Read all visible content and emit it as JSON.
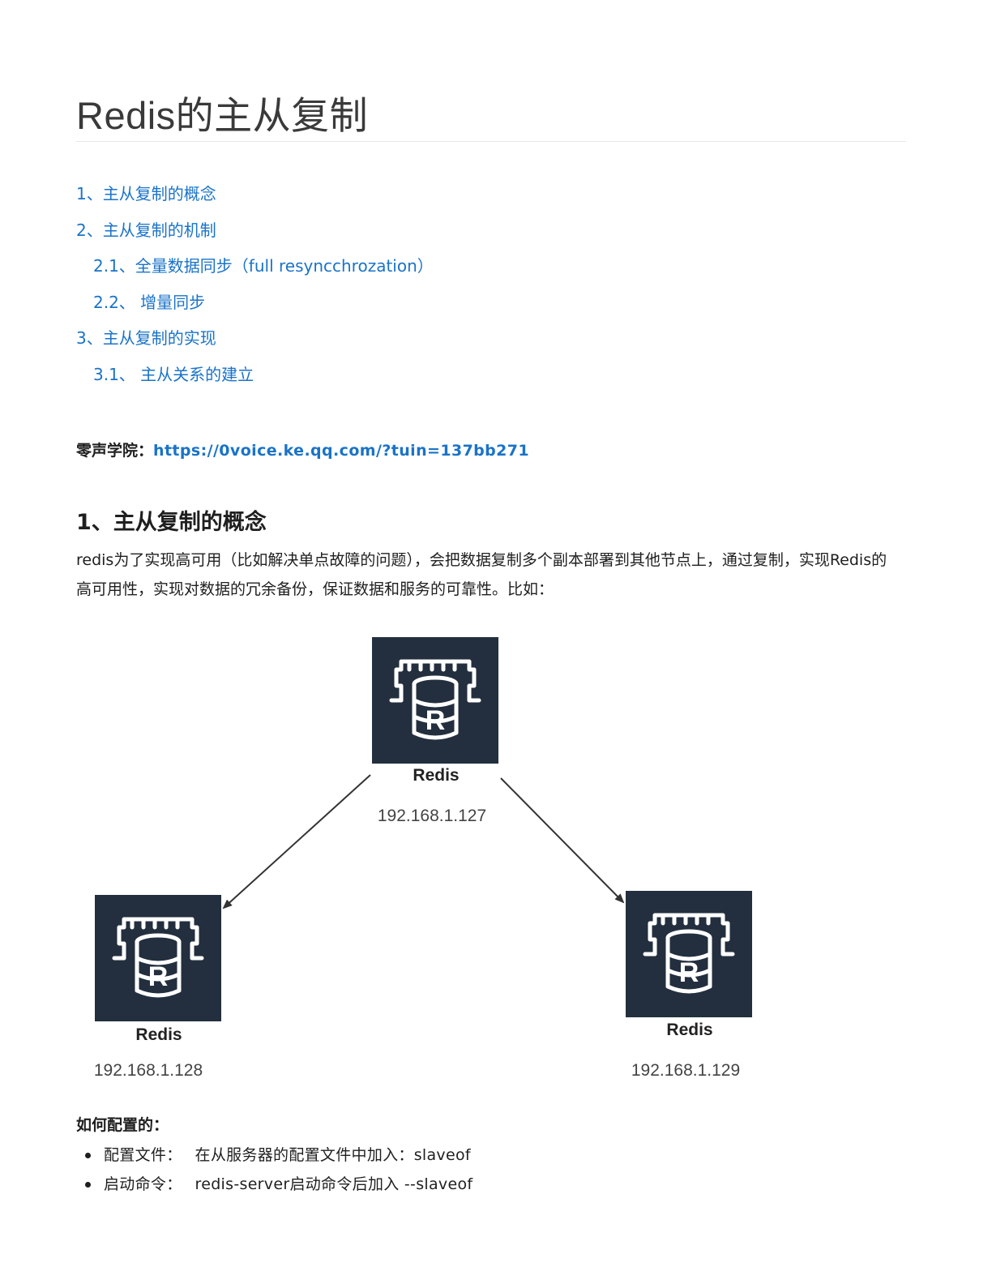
{
  "title": "Redis的主从复制",
  "toc": [
    {
      "label": "1、主从复制的概念"
    },
    {
      "label": "2、主从复制的机制"
    },
    {
      "label": "2.1、全量数据同步（full resyncchrozation）"
    },
    {
      "label": "2.2、 增量同步"
    },
    {
      "label": "3、主从复制的实现"
    },
    {
      "label": "3.1、 主从关系的建立"
    }
  ],
  "source": {
    "label": "零声学院：",
    "url": "https://0voice.ke.qq.com/?tuin=137bb271"
  },
  "section1": {
    "heading": "1、主从复制的概念",
    "paragraph": "redis为了实现高可用（比如解决单点故障的问题），会把数据复制多个副本部署到其他节点上，通过复制，实现Redis的高可用性，实现对数据的冗余备份，保证数据和服务的可靠性。比如："
  },
  "diagram": {
    "nodes": [
      {
        "name": "Redis",
        "ip": "192.168.1.127"
      },
      {
        "name": "Redis",
        "ip": "192.168.1.128"
      },
      {
        "name": "Redis",
        "ip": "192.168.1.129"
      }
    ],
    "icon_letter": "R",
    "colors": {
      "tile": "#232f3e",
      "icon": "#ffffff",
      "arrow": "#333333"
    }
  },
  "config": {
    "heading": "如何配置的：",
    "items": [
      {
        "label": "配置文件：",
        "text": "在从服务器的配置文件中加入：slaveof"
      },
      {
        "label": "启动命令：",
        "text": "redis-server启动命令后加入 --slaveof"
      }
    ]
  },
  "colors": {
    "link": "#1a73c8",
    "text": "#1f1f1f",
    "title": "#3a3a3a"
  }
}
